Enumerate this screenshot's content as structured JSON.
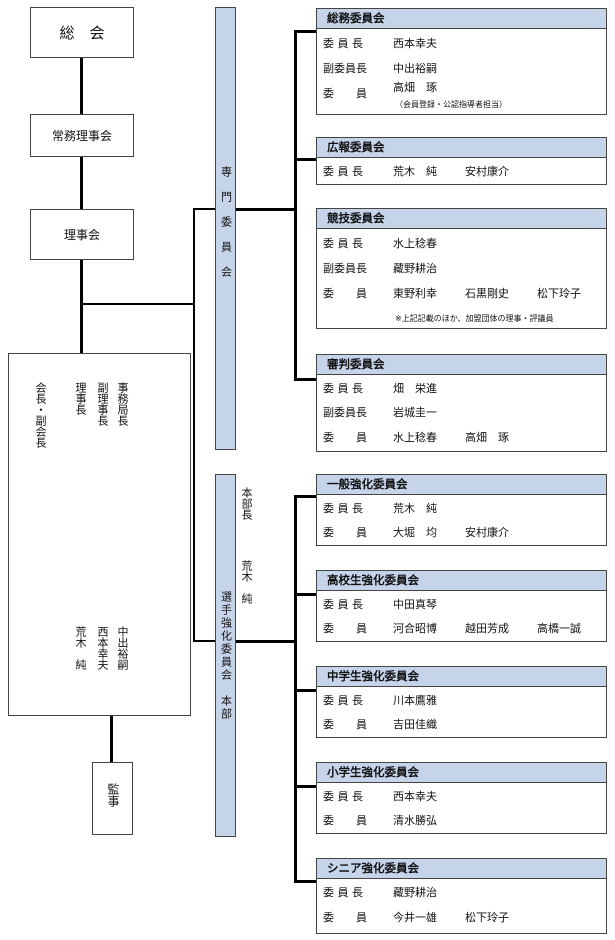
{
  "left": {
    "soukai": "総　会",
    "joumu": "常務理事会",
    "rijikai": "理事会",
    "officers": [
      "会長・副会長",
      "理事長",
      "副理事長",
      "事務局長"
    ],
    "officer_names": [
      "荒木　純",
      "西本幸夫",
      "中出裕嗣"
    ],
    "kanji": "監事"
  },
  "senmon": {
    "title": "専門委員会",
    "committees": [
      {
        "name": "総務委員会",
        "rows": [
          {
            "role": "委 員 長",
            "names": [
              "西本幸夫"
            ]
          },
          {
            "role": "副委員長",
            "names": [
              "中出裕嗣"
            ]
          },
          {
            "role": "委　　員",
            "names": [
              "高畑　琢"
            ]
          }
        ],
        "note": "（会員登録・公認指導者担当）"
      },
      {
        "name": "広報委員会",
        "rows": [
          {
            "role": "委 員 長",
            "names": [
              "荒木　純",
              "安村康介"
            ]
          }
        ]
      },
      {
        "name": "競技委員会",
        "rows": [
          {
            "role": "委 員 長",
            "names": [
              "水上稔春"
            ]
          },
          {
            "role": "副委員長",
            "names": [
              "藏野耕治"
            ]
          },
          {
            "role": "委　　員",
            "names": [
              "東野利幸",
              "石黒剛史",
              "松下玲子"
            ]
          }
        ],
        "note": "※上記記載のほか、加盟団体の理事・評議員"
      },
      {
        "name": "審判委員会",
        "rows": [
          {
            "role": "委 員 長",
            "names": [
              "畑　栄進"
            ]
          },
          {
            "role": "副委員長",
            "names": [
              "岩城圭一"
            ]
          },
          {
            "role": "委　　員",
            "names": [
              "水上稔春",
              "高畑　琢"
            ]
          }
        ]
      }
    ]
  },
  "kyouka": {
    "title": "選手強化委員会　本部",
    "head_title": "本部長",
    "head_name": "荒木　純",
    "committees": [
      {
        "name": "一般強化委員会",
        "rows": [
          {
            "role": "委 員 長",
            "names": [
              "荒木　純"
            ]
          },
          {
            "role": "委　　員",
            "names": [
              "大堀　均",
              "安村康介"
            ]
          }
        ]
      },
      {
        "name": "高校生強化委員会",
        "rows": [
          {
            "role": "委 員 長",
            "names": [
              "中田真琴"
            ]
          },
          {
            "role": "委　　員",
            "names": [
              "河合昭博",
              "越田芳成",
              "高橋一誠"
            ]
          }
        ]
      },
      {
        "name": "中学生強化委員会",
        "rows": [
          {
            "role": "委 員 長",
            "names": [
              "川本鷹雅"
            ]
          },
          {
            "role": "委　　員",
            "names": [
              "吉田佳織"
            ]
          }
        ]
      },
      {
        "name": "小学生強化委員会",
        "rows": [
          {
            "role": "委 員 長",
            "names": [
              "西本幸夫"
            ]
          },
          {
            "role": "委　　員",
            "names": [
              "清水勝弘"
            ]
          }
        ]
      },
      {
        "name": "シニア強化委員会",
        "rows": [
          {
            "role": "委 員 長",
            "names": [
              "藏野耕治"
            ]
          },
          {
            "role": "委　　員",
            "names": [
              "今井一雄",
              "松下玲子"
            ]
          }
        ]
      }
    ]
  }
}
